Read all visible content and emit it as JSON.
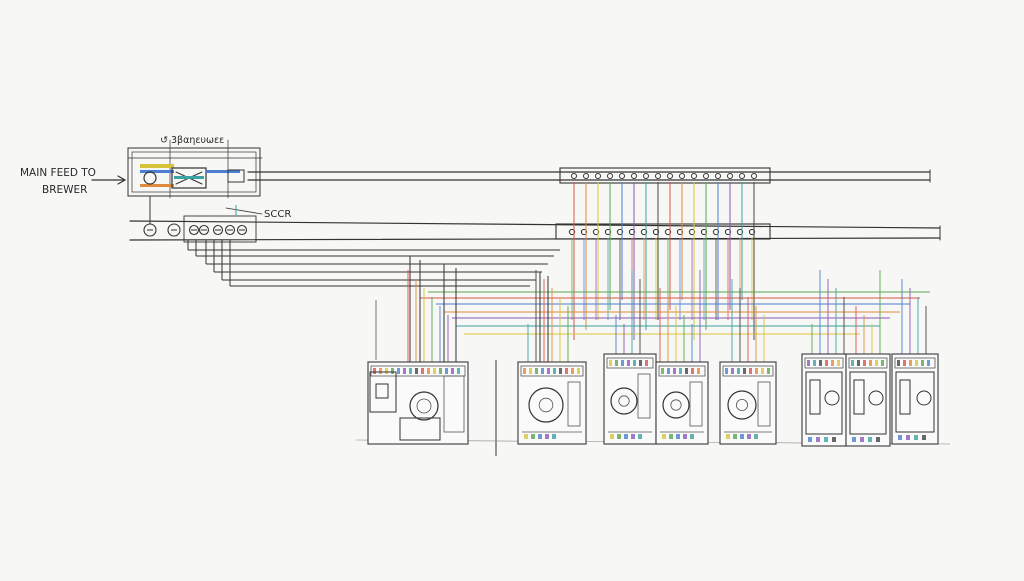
{
  "diagram": {
    "main_feed_label_line1": "MAIN FEED TO",
    "main_feed_label_line2": "BREWER",
    "breaker_header_label": "↺ 3βαηευωεε",
    "sccr_label": "SCCR",
    "wire_colors": [
      "#d9544d",
      "#e08a3c",
      "#d8c43a",
      "#5aa64f",
      "#4c7fd1",
      "#8a5ab8",
      "#3ba3a3",
      "#444444"
    ],
    "panels": [
      {
        "id": "panel-1",
        "kind": "breaker"
      },
      {
        "id": "panel-2",
        "kind": "motor"
      },
      {
        "id": "panel-3",
        "kind": "motor"
      },
      {
        "id": "panel-4",
        "kind": "motor"
      },
      {
        "id": "panel-5",
        "kind": "motor"
      },
      {
        "id": "panel-6",
        "kind": "drive"
      },
      {
        "id": "panel-7",
        "kind": "drive"
      },
      {
        "id": "panel-8",
        "kind": "drive"
      }
    ]
  }
}
